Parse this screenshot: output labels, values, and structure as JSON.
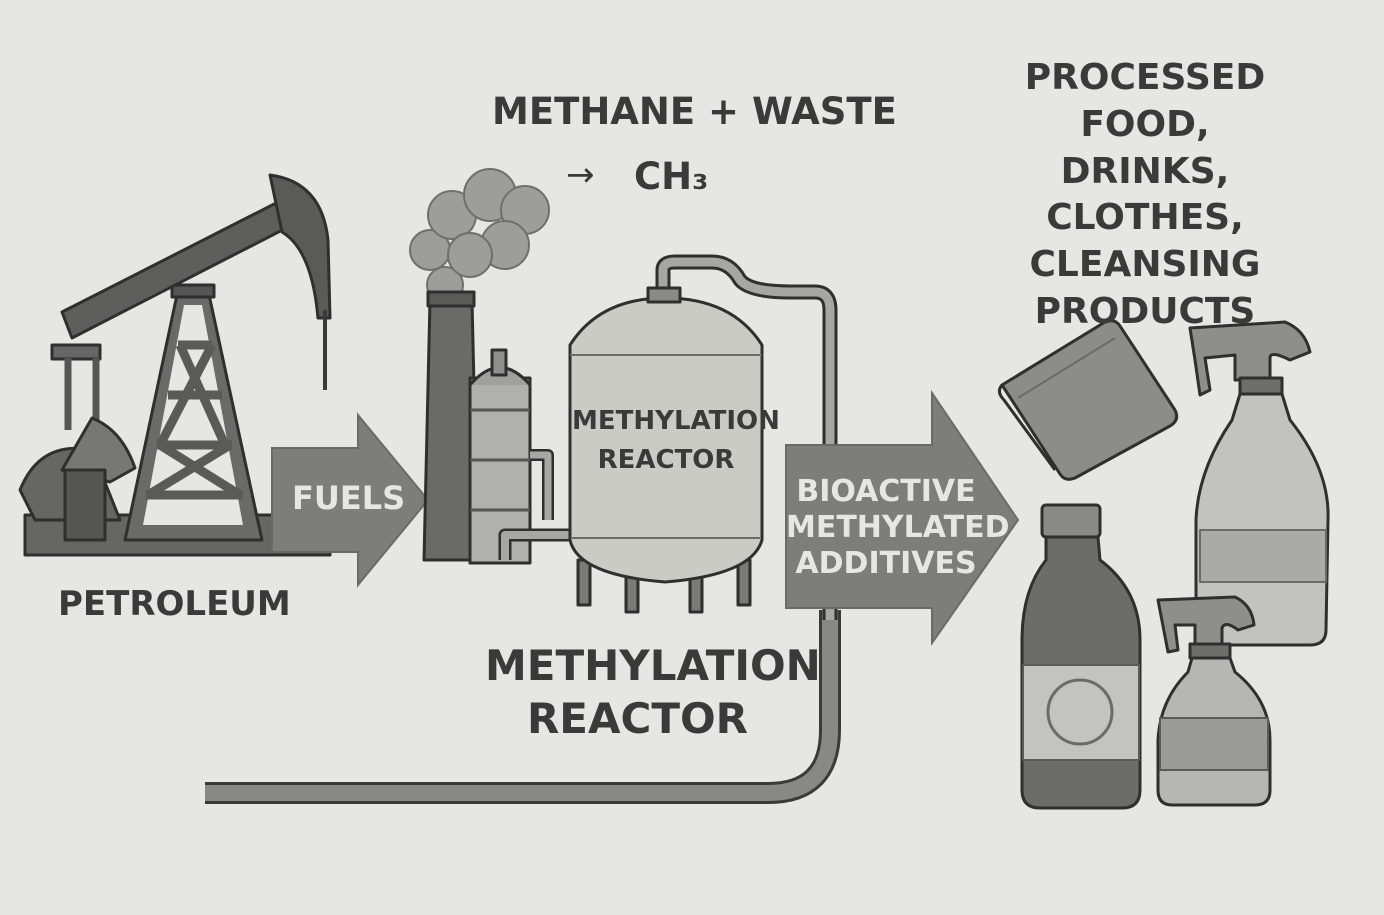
{
  "labels": {
    "petroleum": "PETROLEUM",
    "fuels": "FUELS",
    "methane_waste": "METHANE + WASTE",
    "ch3_arrow": "→",
    "ch3": "CH₃",
    "reactor_tank_text": "METHYLATION\nREACTOR",
    "reactor_caption": "METHYLATION\nREACTOR",
    "bioactive": "BIOACTIVE\nMETHYLATED\nADDITIVES",
    "products": "PROCESSED\nFOOD, DRINKS,\nCLOTHES,\nCLEANSING\nPRODUCTS"
  },
  "icons": [
    "oil-pumpjack-icon",
    "smokestack-icon",
    "reactor-tank-icon",
    "folded-cloth-icon",
    "drink-bottle-icon",
    "spray-bottle-icon"
  ],
  "colors": {
    "background": "#e6e7e2",
    "arrow": "#7d7d7a",
    "outline": "#3a3a3a",
    "tank": "#cbcbc6",
    "dark_fill": "#5e5e5c"
  }
}
